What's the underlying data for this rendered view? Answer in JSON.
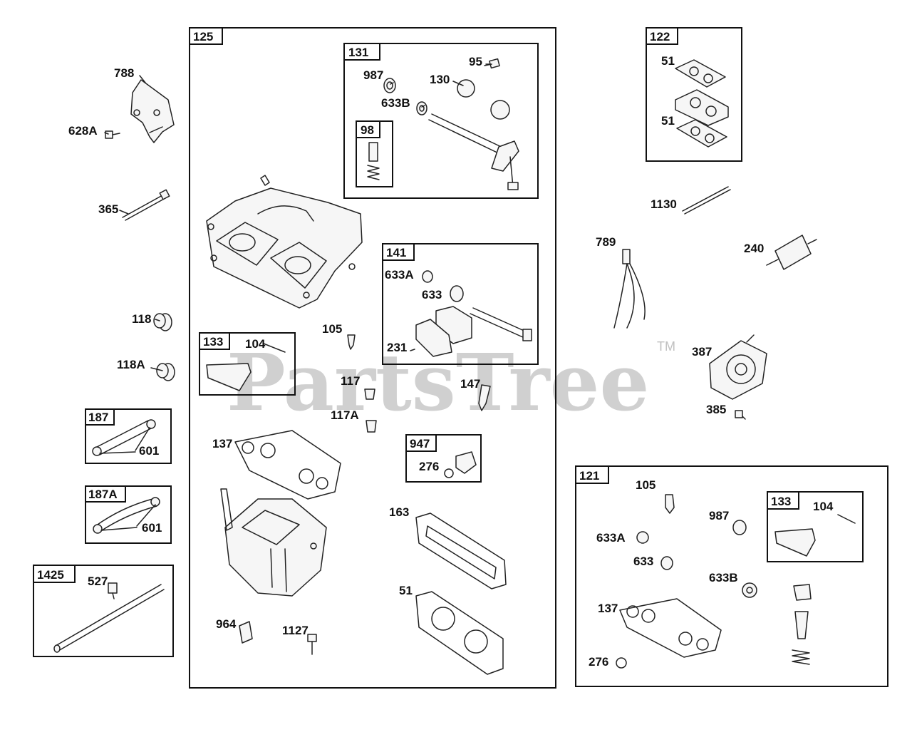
{
  "watermark": {
    "text": "PartsTree",
    "trademark": "TM"
  },
  "groups": [
    {
      "id": "g125",
      "label": "125"
    },
    {
      "id": "g131",
      "label": "131"
    },
    {
      "id": "g98",
      "label": "98"
    },
    {
      "id": "g141",
      "label": "141"
    },
    {
      "id": "g133a",
      "label": "133"
    },
    {
      "id": "g947",
      "label": "947"
    },
    {
      "id": "g122",
      "label": "122"
    },
    {
      "id": "g121",
      "label": "121"
    },
    {
      "id": "g133b",
      "label": "133"
    },
    {
      "id": "g187",
      "label": "187"
    },
    {
      "id": "g187a",
      "label": "187A"
    },
    {
      "id": "g1425",
      "label": "1425"
    }
  ],
  "callouts": [
    {
      "id": "c788",
      "text": "788"
    },
    {
      "id": "c628a",
      "text": "628A"
    },
    {
      "id": "c365",
      "text": "365"
    },
    {
      "id": "c118",
      "text": "118"
    },
    {
      "id": "c118a",
      "text": "118A"
    },
    {
      "id": "c601a",
      "text": "601"
    },
    {
      "id": "c601b",
      "text": "601"
    },
    {
      "id": "c527",
      "text": "527"
    },
    {
      "id": "c987a",
      "text": "987"
    },
    {
      "id": "c95",
      "text": "95"
    },
    {
      "id": "c130",
      "text": "130"
    },
    {
      "id": "c633ba",
      "text": "633B"
    },
    {
      "id": "c633aa",
      "text": "633A"
    },
    {
      "id": "c633a",
      "text": "633"
    },
    {
      "id": "c231",
      "text": "231"
    },
    {
      "id": "c105a",
      "text": "105"
    },
    {
      "id": "c104a",
      "text": "104"
    },
    {
      "id": "c117",
      "text": "117"
    },
    {
      "id": "c117a",
      "text": "117A"
    },
    {
      "id": "c147",
      "text": "147"
    },
    {
      "id": "c137a",
      "text": "137"
    },
    {
      "id": "c276a",
      "text": "276"
    },
    {
      "id": "c163",
      "text": "163"
    },
    {
      "id": "c51a",
      "text": "51"
    },
    {
      "id": "c964",
      "text": "964"
    },
    {
      "id": "c1127",
      "text": "1127"
    },
    {
      "id": "c51b",
      "text": "51"
    },
    {
      "id": "c51c",
      "text": "51"
    },
    {
      "id": "c1130",
      "text": "1130"
    },
    {
      "id": "c789",
      "text": "789"
    },
    {
      "id": "c240",
      "text": "240"
    },
    {
      "id": "c387",
      "text": "387"
    },
    {
      "id": "c385",
      "text": "385"
    },
    {
      "id": "c105b",
      "text": "105"
    },
    {
      "id": "c987b",
      "text": "987"
    },
    {
      "id": "c104b",
      "text": "104"
    },
    {
      "id": "c633ab",
      "text": "633A"
    },
    {
      "id": "c633b",
      "text": "633"
    },
    {
      "id": "c633bb",
      "text": "633B"
    },
    {
      "id": "c137b",
      "text": "137"
    },
    {
      "id": "c276b",
      "text": "276"
    }
  ]
}
